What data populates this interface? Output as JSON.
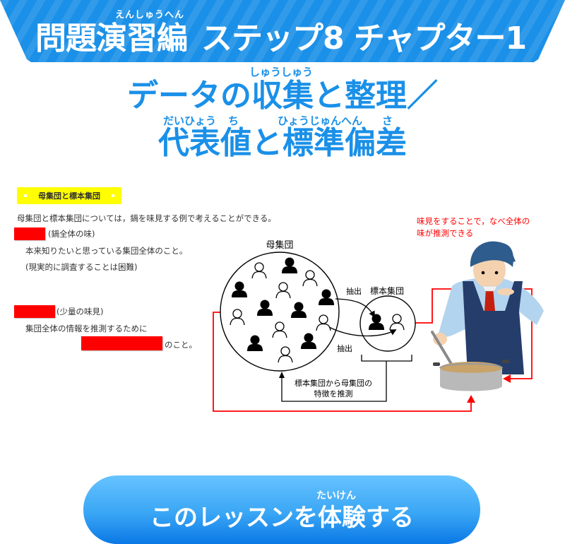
{
  "header": {
    "ruby": "えんしゅうへん",
    "part1": "問題演習編",
    "part2": "ステップ8 チャプター1",
    "bg_color": "#1a90e8"
  },
  "lesson": {
    "line1": "データの収集と整理／",
    "line1_ruby": [
      {
        "text": "しゅうしゅう",
        "over": "収集"
      }
    ],
    "line2": "代表値と標準偏差",
    "line2_ruby": [
      {
        "text": "だいひょう",
        "over": "代表"
      },
      {
        "text": "ち",
        "over": "値"
      },
      {
        "text": "ひょうじゅんへん",
        "over": "標準偏"
      },
      {
        "text": "さ",
        "over": "差"
      }
    ],
    "color": "#1a90e8"
  },
  "content": {
    "section_label": "母集団と標本集団",
    "intro": "母集団と標本集団については，鍋を味見する例で考えることができる。",
    "population": {
      "hidden_term": "",
      "note": "(鍋全体の味)",
      "desc1": "本来知りたいと思っている集団全体のこと。",
      "desc2": "(現実的に調査することは困難)"
    },
    "sample": {
      "hidden_term": "",
      "note": "(少量の味見)",
      "desc1": "集団全体の情報を推測するために",
      "hidden_term2": "",
      "desc2": "のこと。"
    }
  },
  "diagram": {
    "population_label": "母集団",
    "sample_label": "標本集団",
    "extract_label_1": "抽出",
    "extract_label_2": "抽出",
    "infer_line1": "標本集団から母集団の",
    "infer_line2": "特徴を推測",
    "callout_line1": "味見をすることで，なべ全体の",
    "callout_line2": "味が推測できる",
    "accent_red": "#ff0000"
  },
  "cta": {
    "label": "このレッスンを体験する",
    "ruby": "たいけん"
  }
}
